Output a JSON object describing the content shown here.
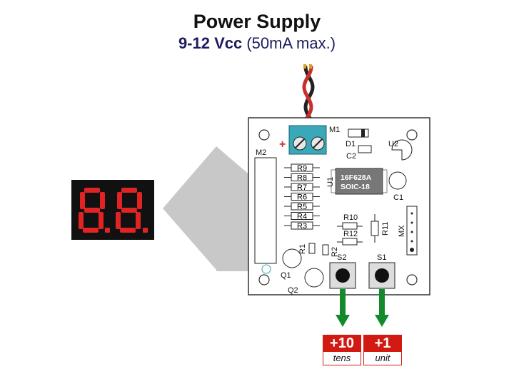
{
  "header": {
    "title": "Power Supply",
    "voltage": "9-12 Vcc",
    "current": "(50mA max.)"
  },
  "display": {
    "digits": "8.8.",
    "segment_color": "#e02424",
    "background": "#111111"
  },
  "board": {
    "labels": {
      "m1": "M1",
      "m2": "M2",
      "d1": "D1",
      "c2": "C2",
      "u2": "U2",
      "u1": "U1",
      "c1": "C1",
      "chip_line1": "16F628A",
      "chip_line2": "SOIC-18",
      "r10": "R10",
      "r11": "R11",
      "r12": "R12",
      "mx": "MX",
      "r1": "R1",
      "r2": "R2",
      "q1": "Q1",
      "q2": "Q2",
      "s1": "S1",
      "s2": "S2",
      "plus": "+"
    },
    "resistors": [
      "R9",
      "R8",
      "R7",
      "R6",
      "R5",
      "R4",
      "R3"
    ]
  },
  "buttons": [
    {
      "value": "+10",
      "caption": "tens"
    },
    {
      "value": "+1",
      "caption": "unit"
    }
  ],
  "colors": {
    "terminal": "#3aa8b8",
    "arrow_green": "#128a2c",
    "arrow_gray": "#c8c8c8",
    "badge_red": "#d31a12",
    "wire_red": "#c9302c"
  }
}
